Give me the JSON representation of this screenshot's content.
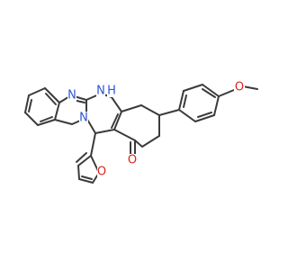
{
  "molecule": {
    "atoms": {
      "n_upper": "N",
      "n_bridge": "N",
      "n_fused": "N",
      "nh_label": "H",
      "o_furan": "O",
      "o_ketone": "O",
      "o_ether": "O"
    }
  },
  "colors": {
    "bond": "#3b3b3b",
    "nitrogen": "#2f55d4",
    "oxygen": "#e0201b"
  }
}
